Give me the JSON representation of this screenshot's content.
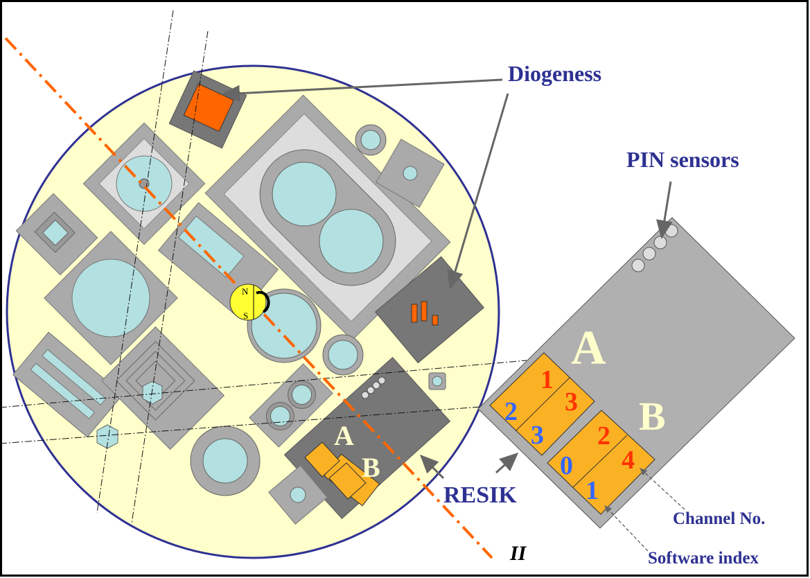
{
  "labels": {
    "diogeness": "Diogeness",
    "pin_sensors": "PIN sensors",
    "resik": "RESIK",
    "channel_no": "Channel No.",
    "software_index": "Software index",
    "axis_ii": "II"
  },
  "compass": {
    "north": "N",
    "south": "S"
  },
  "small_detector": {
    "a": "A",
    "b": "B"
  },
  "detail": {
    "a": "A",
    "b": "B",
    "group_a": {
      "channels": [
        "1",
        "3"
      ],
      "software_indices": [
        "2",
        "3"
      ]
    },
    "group_b": {
      "channels": [
        "2",
        "4"
      ],
      "software_indices": [
        "0",
        "1"
      ]
    }
  },
  "colors": {
    "plate": "#ffffcc",
    "label": "#2e3192",
    "channel": "#ff3300",
    "software_index": "#3366ff",
    "pad": "#fbb124",
    "axis_line": "#ff6600"
  }
}
